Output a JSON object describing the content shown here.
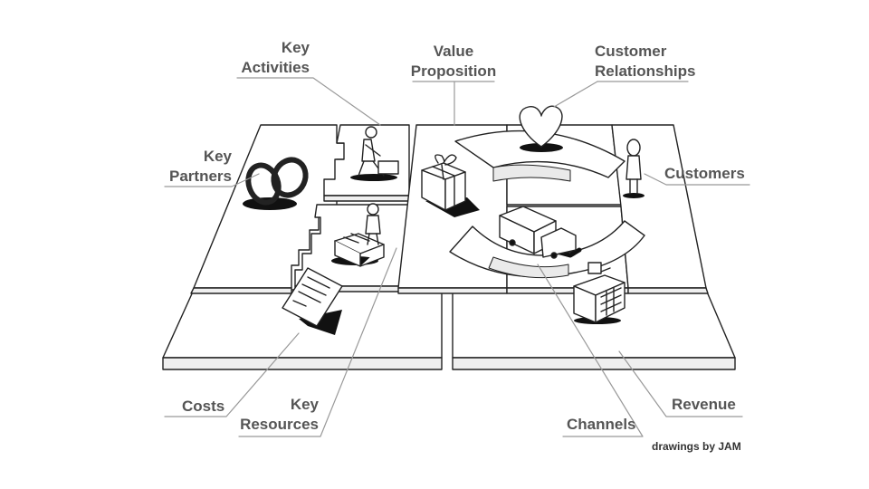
{
  "labels": {
    "key_activities": [
      "Key",
      "Activities"
    ],
    "value_proposition": [
      "Value",
      "Proposition"
    ],
    "customer_relationships": [
      "Customer",
      "Relationships"
    ],
    "key_partners": [
      "Key",
      "Partners"
    ],
    "customers": "Customers",
    "costs": "Costs",
    "key_resources": [
      "Key",
      "Resources"
    ],
    "channels": "Channels",
    "revenue": "Revenue"
  },
  "credit": "drawings by JAM",
  "icons": [
    "rings-icon",
    "worker-icon",
    "workbench-icon",
    "gift-icon",
    "heart-icon",
    "person-icon",
    "truck-icon",
    "cash-register-icon",
    "document-icon"
  ],
  "colors": {
    "stroke": "#222222",
    "label": "#555555",
    "leader": "#999999",
    "board": "#ffffff",
    "edge": "#eeeeee"
  }
}
